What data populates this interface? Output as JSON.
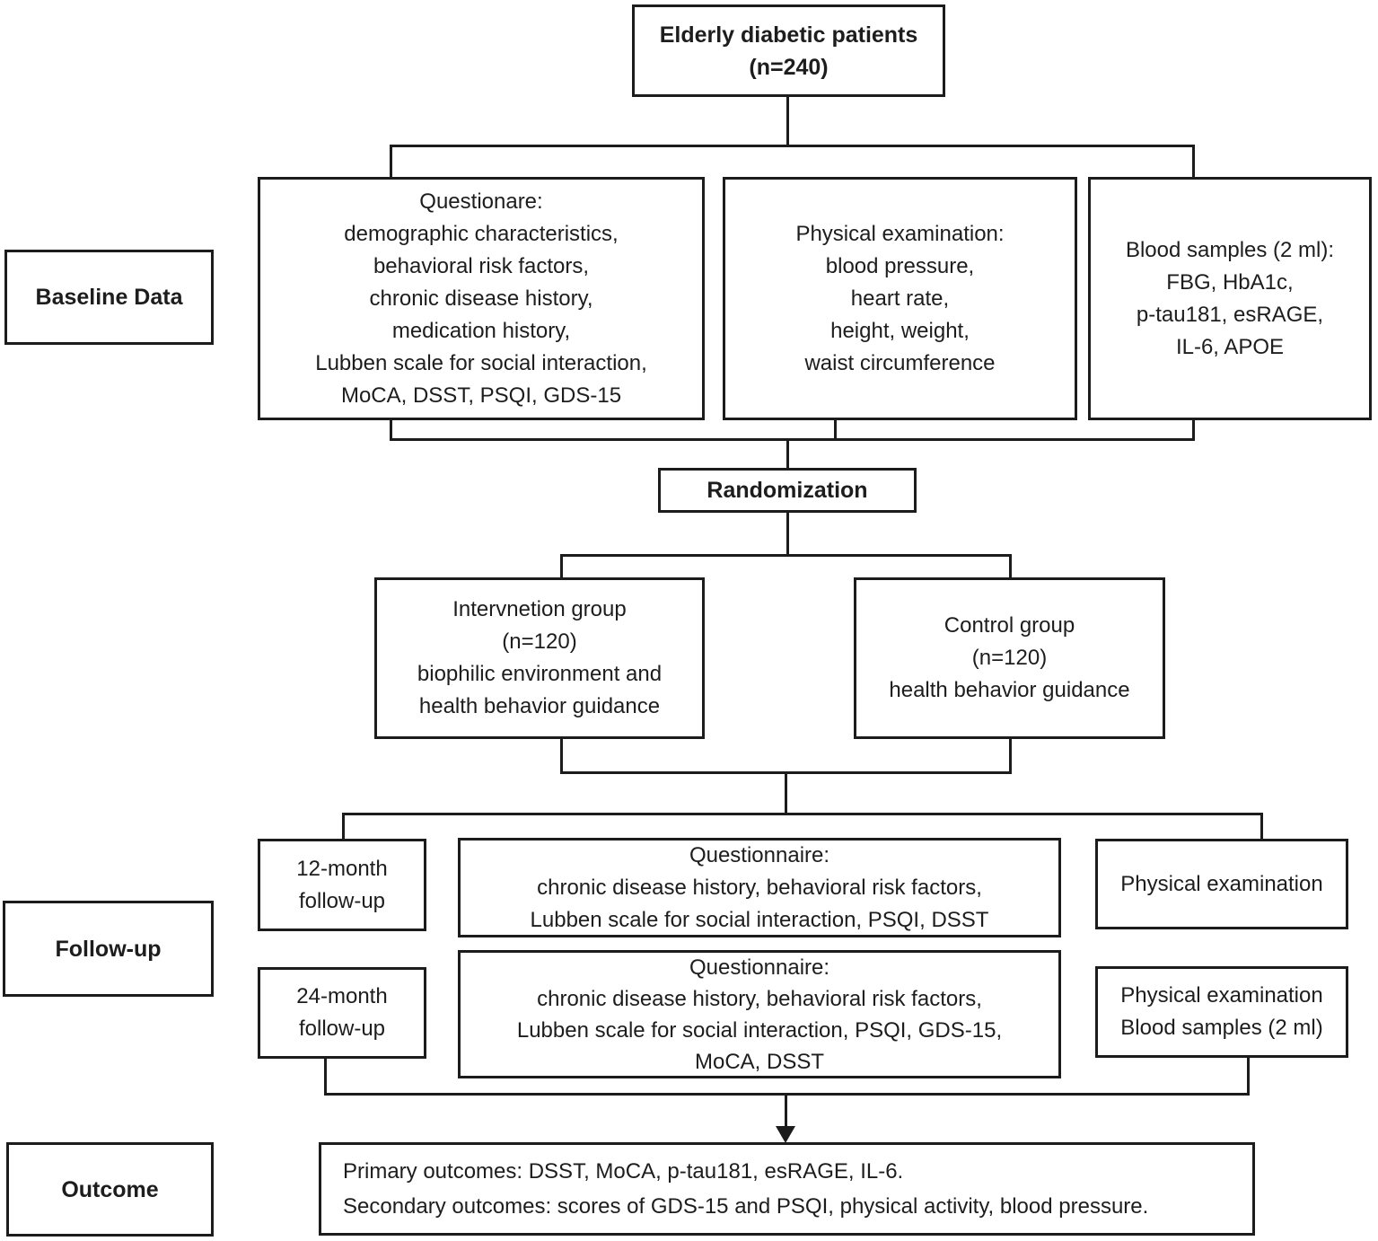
{
  "title_box": {
    "text": "Elderly diabetic patients\n(n=240)"
  },
  "stage_labels": {
    "baseline": "Baseline Data",
    "followup": "Follow-up",
    "outcome": "Outcome"
  },
  "baseline_row": {
    "questionnaire": "Questionare:\ndemographic characteristics,\nbehavioral risk factors,\nchronic disease history,\nmedication history,\nLubben scale for social interaction,\nMoCA, DSST, PSQI, GDS-15",
    "physical_exam": "Physical examination:\nblood pressure,\nheart rate,\nheight, weight,\nwaist circumference",
    "blood_samples": "Blood samples (2 ml):\nFBG, HbA1c,\np-tau181, esRAGE,\nIL-6, APOE"
  },
  "randomization": {
    "label": "Randomization"
  },
  "groups": {
    "intervention": "Intervnetion group\n(n=120)\nbiophilic environment and\nhealth behavior guidance",
    "control": "Control group\n(n=120)\nhealth behavior guidance"
  },
  "followup_12": {
    "timepoint": "12-month\nfollow-up",
    "questionnaire": "Questionnaire:\nchronic disease history, behavioral risk factors,\nLubben scale for social interaction, PSQI, DSST",
    "exam": "Physical examination"
  },
  "followup_24": {
    "timepoint": "24-month\nfollow-up",
    "questionnaire": "Questionnaire:\nchronic disease history, behavioral risk factors,\nLubben scale for social interaction, PSQI, GDS-15,\nMoCA, DSST",
    "exam": "Physical examination\nBlood samples (2 ml)"
  },
  "outcome_box": {
    "text": "Primary outcomes: DSST, MoCA, p-tau181, esRAGE, IL-6.\nSecondary outcomes: scores of GDS-15 and PSQI, physical activity, blood pressure."
  },
  "colors": {
    "border": "#1c1c1c",
    "text": "#1d1d1d",
    "background": "#ffffff"
  }
}
